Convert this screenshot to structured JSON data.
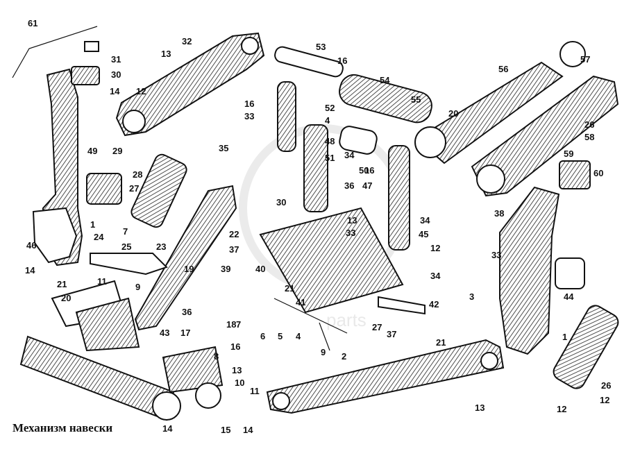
{
  "caption": "Механизм навески",
  "watermark": "parts",
  "callouts": [
    "61",
    "31",
    "13",
    "30",
    "14",
    "12",
    "32",
    "53",
    "16",
    "57",
    "56",
    "54",
    "55",
    "20",
    "52",
    "4",
    "16",
    "33",
    "35",
    "34",
    "50",
    "48",
    "51",
    "16",
    "49",
    "29",
    "28",
    "27",
    "26",
    "58",
    "59",
    "60",
    "30",
    "36",
    "47",
    "46",
    "1",
    "7",
    "25",
    "23",
    "24",
    "22",
    "37",
    "38",
    "33",
    "34",
    "45",
    "12",
    "13",
    "33",
    "34",
    "14",
    "21",
    "20",
    "11",
    "9",
    "19",
    "39",
    "40",
    "21",
    "41",
    "42",
    "36",
    "18",
    "7",
    "6",
    "5",
    "4",
    "3",
    "44",
    "27",
    "37",
    "21",
    "43",
    "17",
    "16",
    "8",
    "9",
    "2",
    "1",
    "26",
    "13",
    "10",
    "11",
    "12",
    "12",
    "14",
    "15",
    "14",
    "13",
    "7"
  ],
  "colors": {
    "ink": "#111111",
    "paper": "#ffffff",
    "watermark": "#d4d4d4"
  }
}
